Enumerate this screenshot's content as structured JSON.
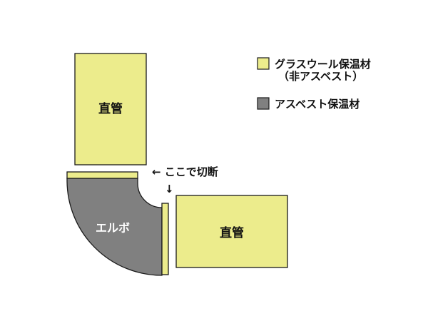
{
  "colors": {
    "glass_wool": "#ecec8c",
    "asbestos": "#808080",
    "stroke": "#1a1a1a",
    "background": "#ffffff"
  },
  "labels": {
    "straight_pipe_top": "直管",
    "straight_pipe_right": "直管",
    "elbow": "エルボ"
  },
  "cut_note": {
    "text": "← ここで切断",
    "arrow": "↓"
  },
  "legend": {
    "glass_wool_line1": "グラスウール保温材",
    "glass_wool_line2": "（非アスベスト）",
    "asbestos": "アスベスト保温材"
  }
}
